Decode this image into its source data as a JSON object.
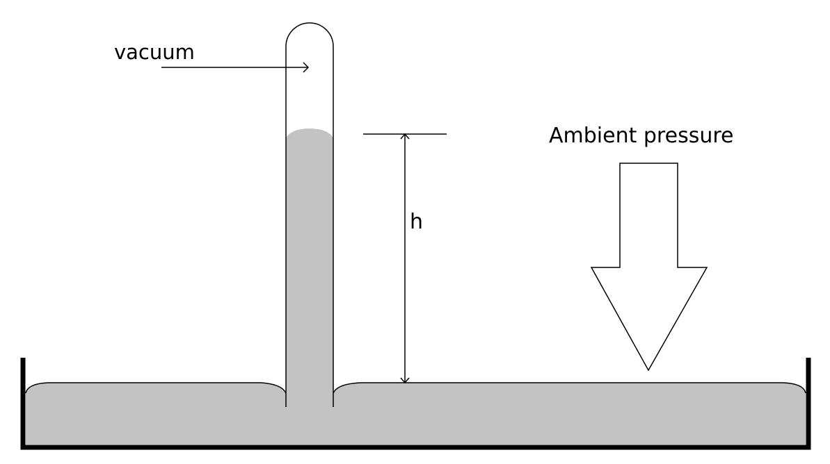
{
  "labels": {
    "vacuum": "vacuum",
    "height": "h",
    "ambient": "Ambient pressure"
  },
  "colors": {
    "mercury": "#c3c3c3",
    "line": "#000000"
  }
}
